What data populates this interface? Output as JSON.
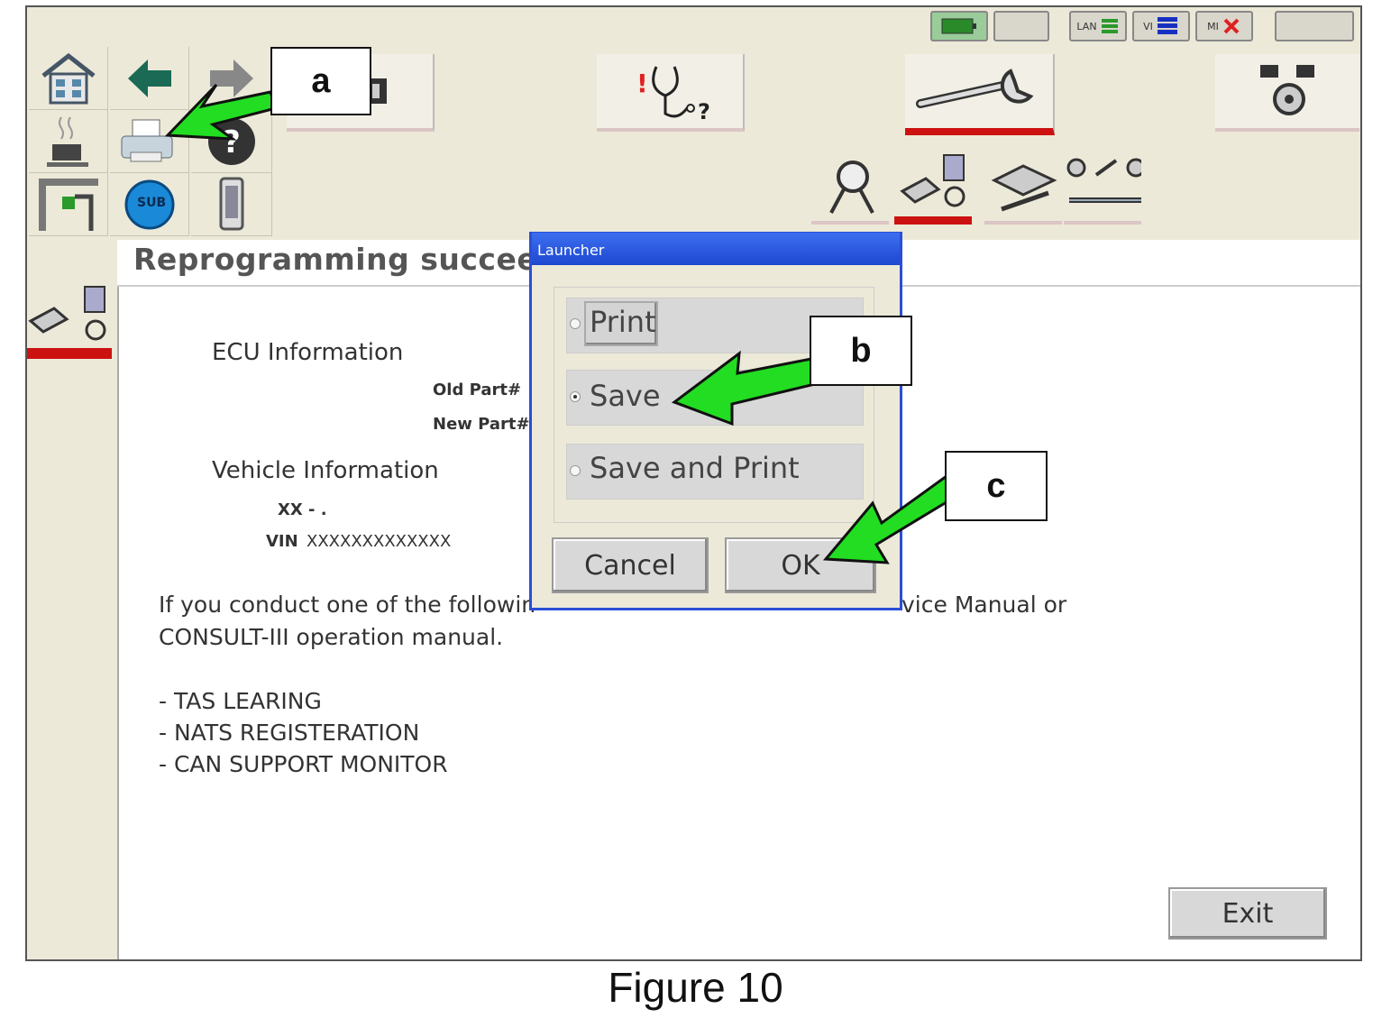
{
  "status_bar": {
    "vi_label": "VI",
    "mi_label": "MI",
    "lan_label": "LAN"
  },
  "left_grid": {
    "sub_label": "SUB"
  },
  "page_title": "Reprogramming succeede",
  "ecu_info": {
    "heading": "ECU Information",
    "old_part_label": "Old Part#",
    "new_part_label": "New Part#"
  },
  "vehicle_info": {
    "heading": "Vehicle Information",
    "model_value": "XX - .",
    "vin_label": "VIN",
    "vin_value": "XXXXXXXXXXXXX"
  },
  "notice": {
    "line1_left": "If you conduct one of  the followin",
    "line1_right": "vice Manual or",
    "line2": "CONSULT-III operation manual."
  },
  "procedures": [
    "- TAS LEARING",
    "- NATS REGISTERATION",
    "- CAN SUPPORT MONITOR"
  ],
  "exit_label": "Exit",
  "dialog": {
    "title": "Launcher",
    "options": [
      {
        "label": "Print",
        "selected": false
      },
      {
        "label": "Save",
        "selected": true
      },
      {
        "label": "Save and Print",
        "selected": false
      }
    ],
    "cancel_label": "Cancel",
    "ok_label": "OK"
  },
  "callouts": {
    "a": "a",
    "b": "b",
    "c": "c"
  },
  "colors": {
    "arrow_fill": "#22dd22",
    "active_tab_bar": "#cc1111",
    "dialog_title": "#2a4fd6"
  },
  "caption": "Figure 10"
}
